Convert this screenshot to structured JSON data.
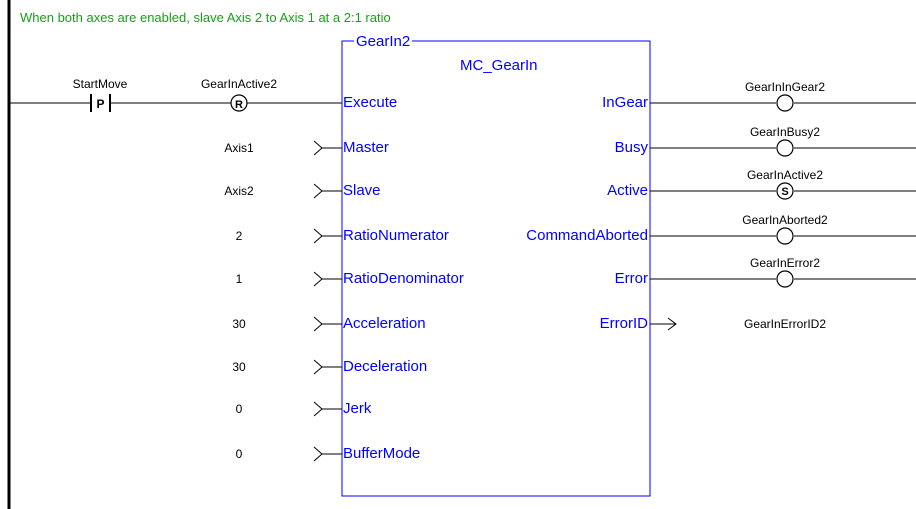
{
  "comment": "When both axes are enabled, slave Axis 2 to Axis 1 at a 2:1 ratio",
  "block": {
    "instance": "GearIn2",
    "type": "MC_GearIn"
  },
  "input_contacts": [
    {
      "label": "StartMove",
      "symbol": "P"
    },
    {
      "label": "GearInActive2",
      "symbol": "R"
    }
  ],
  "inputs": [
    {
      "pin": "Execute",
      "value": ""
    },
    {
      "pin": "Master",
      "value": "Axis1"
    },
    {
      "pin": "Slave",
      "value": "Axis2"
    },
    {
      "pin": "RatioNumerator",
      "value": "2"
    },
    {
      "pin": "RatioDenominator",
      "value": "1"
    },
    {
      "pin": "Acceleration",
      "value": "30"
    },
    {
      "pin": "Deceleration",
      "value": "30"
    },
    {
      "pin": "Jerk",
      "value": "0"
    },
    {
      "pin": "BufferMode",
      "value": "0"
    }
  ],
  "outputs": [
    {
      "pin": "InGear",
      "coil": "GearInInGear2",
      "coil_type": ""
    },
    {
      "pin": "Busy",
      "coil": "GearInBusy2",
      "coil_type": ""
    },
    {
      "pin": "Active",
      "coil": "GearInActive2",
      "coil_type": "S"
    },
    {
      "pin": "CommandAborted",
      "coil": "GearInAborted2",
      "coil_type": ""
    },
    {
      "pin": "Error",
      "coil": "GearInError2",
      "coil_type": ""
    },
    {
      "pin": "ErrorID",
      "coil": "GearInErrorID2",
      "coil_type": ""
    }
  ],
  "colors": {
    "comment": "#18a018",
    "block_border": "#0000ff",
    "pin_text": "#0000ff",
    "wire": "#000000"
  }
}
